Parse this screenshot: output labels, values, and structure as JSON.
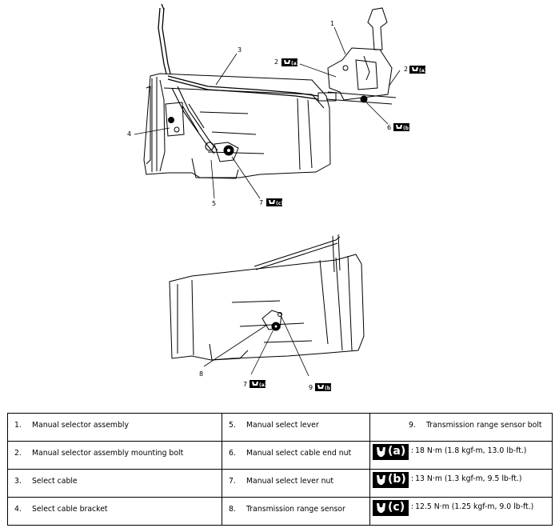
{
  "callouts": {
    "c1": "1",
    "c2": "2",
    "c2b": "2",
    "c3": "3",
    "c4": "4",
    "c5": "5",
    "c6": "6",
    "c7": "7",
    "c7b": "7",
    "c8": "8",
    "c9": "9"
  },
  "badges": {
    "a": "(a)",
    "b": "(b)",
    "c": "(c)"
  },
  "legend": {
    "rows": [
      {
        "n1": "1.",
        "t1": "Manual selector assembly",
        "n2": "5.",
        "t2": "Manual select lever",
        "n3": "9.",
        "t3": "Transmission range sensor bolt"
      },
      {
        "n1": "2.",
        "t1": "Manual selector assembly mounting bolt",
        "n2": "6.",
        "t2": "Manual select cable end nut",
        "tq": "18 N·m (1.8 kgf-m, 13.0 lb-ft.)"
      },
      {
        "n1": "3.",
        "t1": "Select cable",
        "n2": "7.",
        "t2": "Manual select lever nut",
        "tq": "13 N·m (1.3 kgf-m, 9.5 lb-ft.)"
      },
      {
        "n1": "4.",
        "t1": "Select cable bracket",
        "n2": "8.",
        "t2": "Transmission range sensor",
        "tq": "12.5 N·m (1.25 kgf-m, 9.0 lb-ft.)"
      }
    ],
    "colon": ":"
  }
}
